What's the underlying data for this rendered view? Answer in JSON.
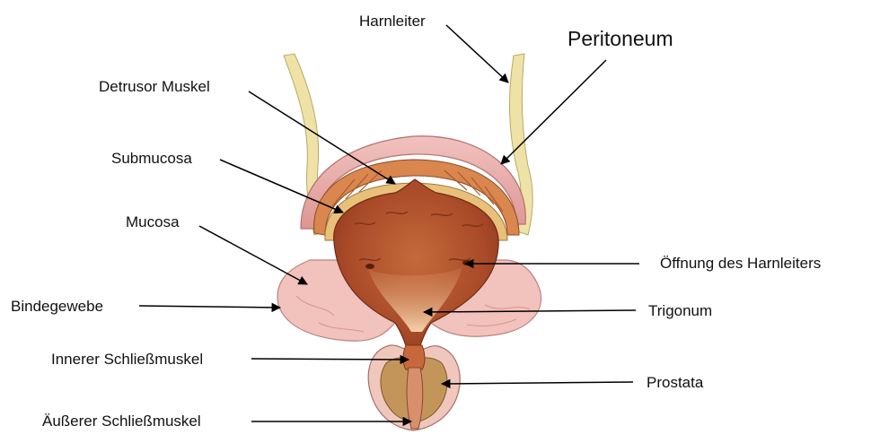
{
  "diagram": {
    "labels": {
      "harnleiter": "Harnleiter",
      "peritoneum": "Peritoneum",
      "detrusor": "Detrusor Muskel",
      "submucosa": "Submucosa",
      "mucosa": "Mucosa",
      "bindegewebe": "Bindegewebe",
      "innerer": "Innerer Schließmuskel",
      "aeusserer": "Äußerer Schließmuskel",
      "oeffnung": "Öffnung des Harnleiters",
      "trigonum": "Trigonum",
      "prostata": "Prostata"
    },
    "colors": {
      "ureter": "#efe2a6",
      "peritoneum": "#e9a9a8",
      "muscle": "#d9864f",
      "submucosa": "#e9c07a",
      "mucosa_inner": "#b3532e",
      "connective_tissue": "#f2c2bd",
      "trigonum": "#f0c9a0",
      "prostate": "#c4955a",
      "leader_line": "#000000"
    }
  }
}
